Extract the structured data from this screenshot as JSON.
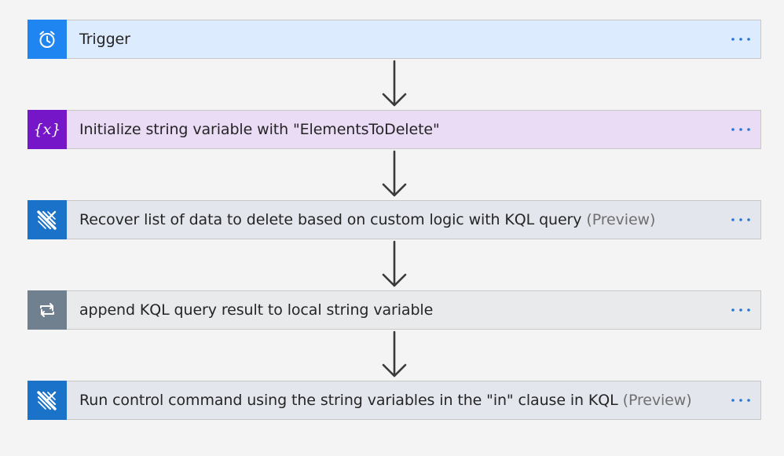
{
  "steps": [
    {
      "title": "Trigger",
      "suffix": "",
      "icon": "alarm-clock-icon",
      "tile_color": "#1f85f0",
      "bg_color": "#dcebfd"
    },
    {
      "title": "Initialize string variable with \"ElementsToDelete\"",
      "suffix": "",
      "icon": "variable-icon",
      "tile_color": "#7517c9",
      "bg_color": "#ebdcf6"
    },
    {
      "title": "Recover list of data to delete based on custom logic with KQL query",
      "suffix": "(Preview)",
      "icon": "azure-data-explorer-icon",
      "tile_color": "#1a73c8",
      "bg_color": "#e4e6ed"
    },
    {
      "title": "append KQL query result to local string variable",
      "suffix": "",
      "icon": "loop-icon",
      "tile_color": "#71808f",
      "bg_color": "#e8eaec"
    },
    {
      "title": "Run control command using the string variables in the \"in\" clause in KQL",
      "suffix": "(Preview)",
      "icon": "azure-data-explorer-icon",
      "tile_color": "#1a73c8",
      "bg_color": "#e4e6ed"
    }
  ],
  "colors": {
    "more_dots": "#2775d6",
    "connector": "#3a3a3a",
    "canvas": "#f4f4f4"
  }
}
